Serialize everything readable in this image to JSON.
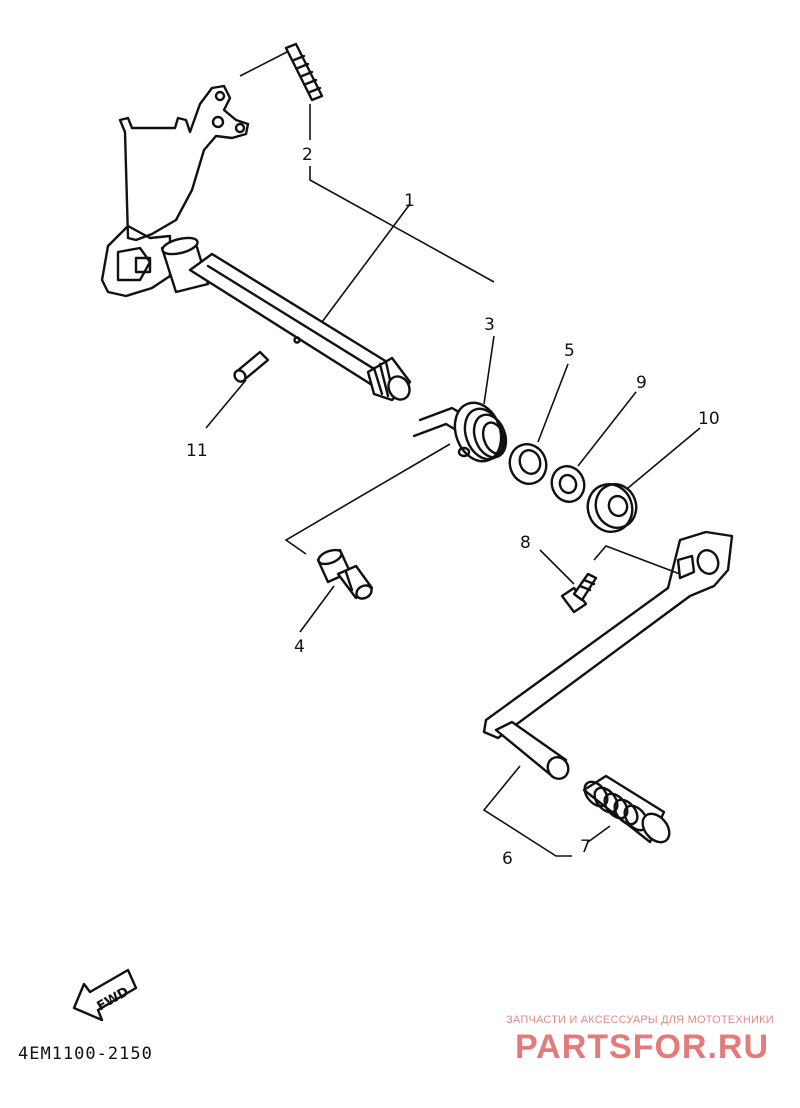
{
  "callouts": {
    "c1": "1",
    "c2": "2",
    "c3": "3",
    "c4": "4",
    "c5": "5",
    "c6": "6",
    "c7": "7",
    "c8": "8",
    "c9": "9",
    "c10": "10",
    "c11": "11"
  },
  "fwd_label": "FWD",
  "diagram_code": "4EM1100-2150",
  "watermark": {
    "tagline": "ЗАПЧАСТИ И АКСЕССУАРЫ ДЛЯ МОТОТЕХНИКИ",
    "logo": "PARTSFOR.RU"
  },
  "colors": {
    "line": "#111111",
    "watermark": "#e57a7a"
  }
}
